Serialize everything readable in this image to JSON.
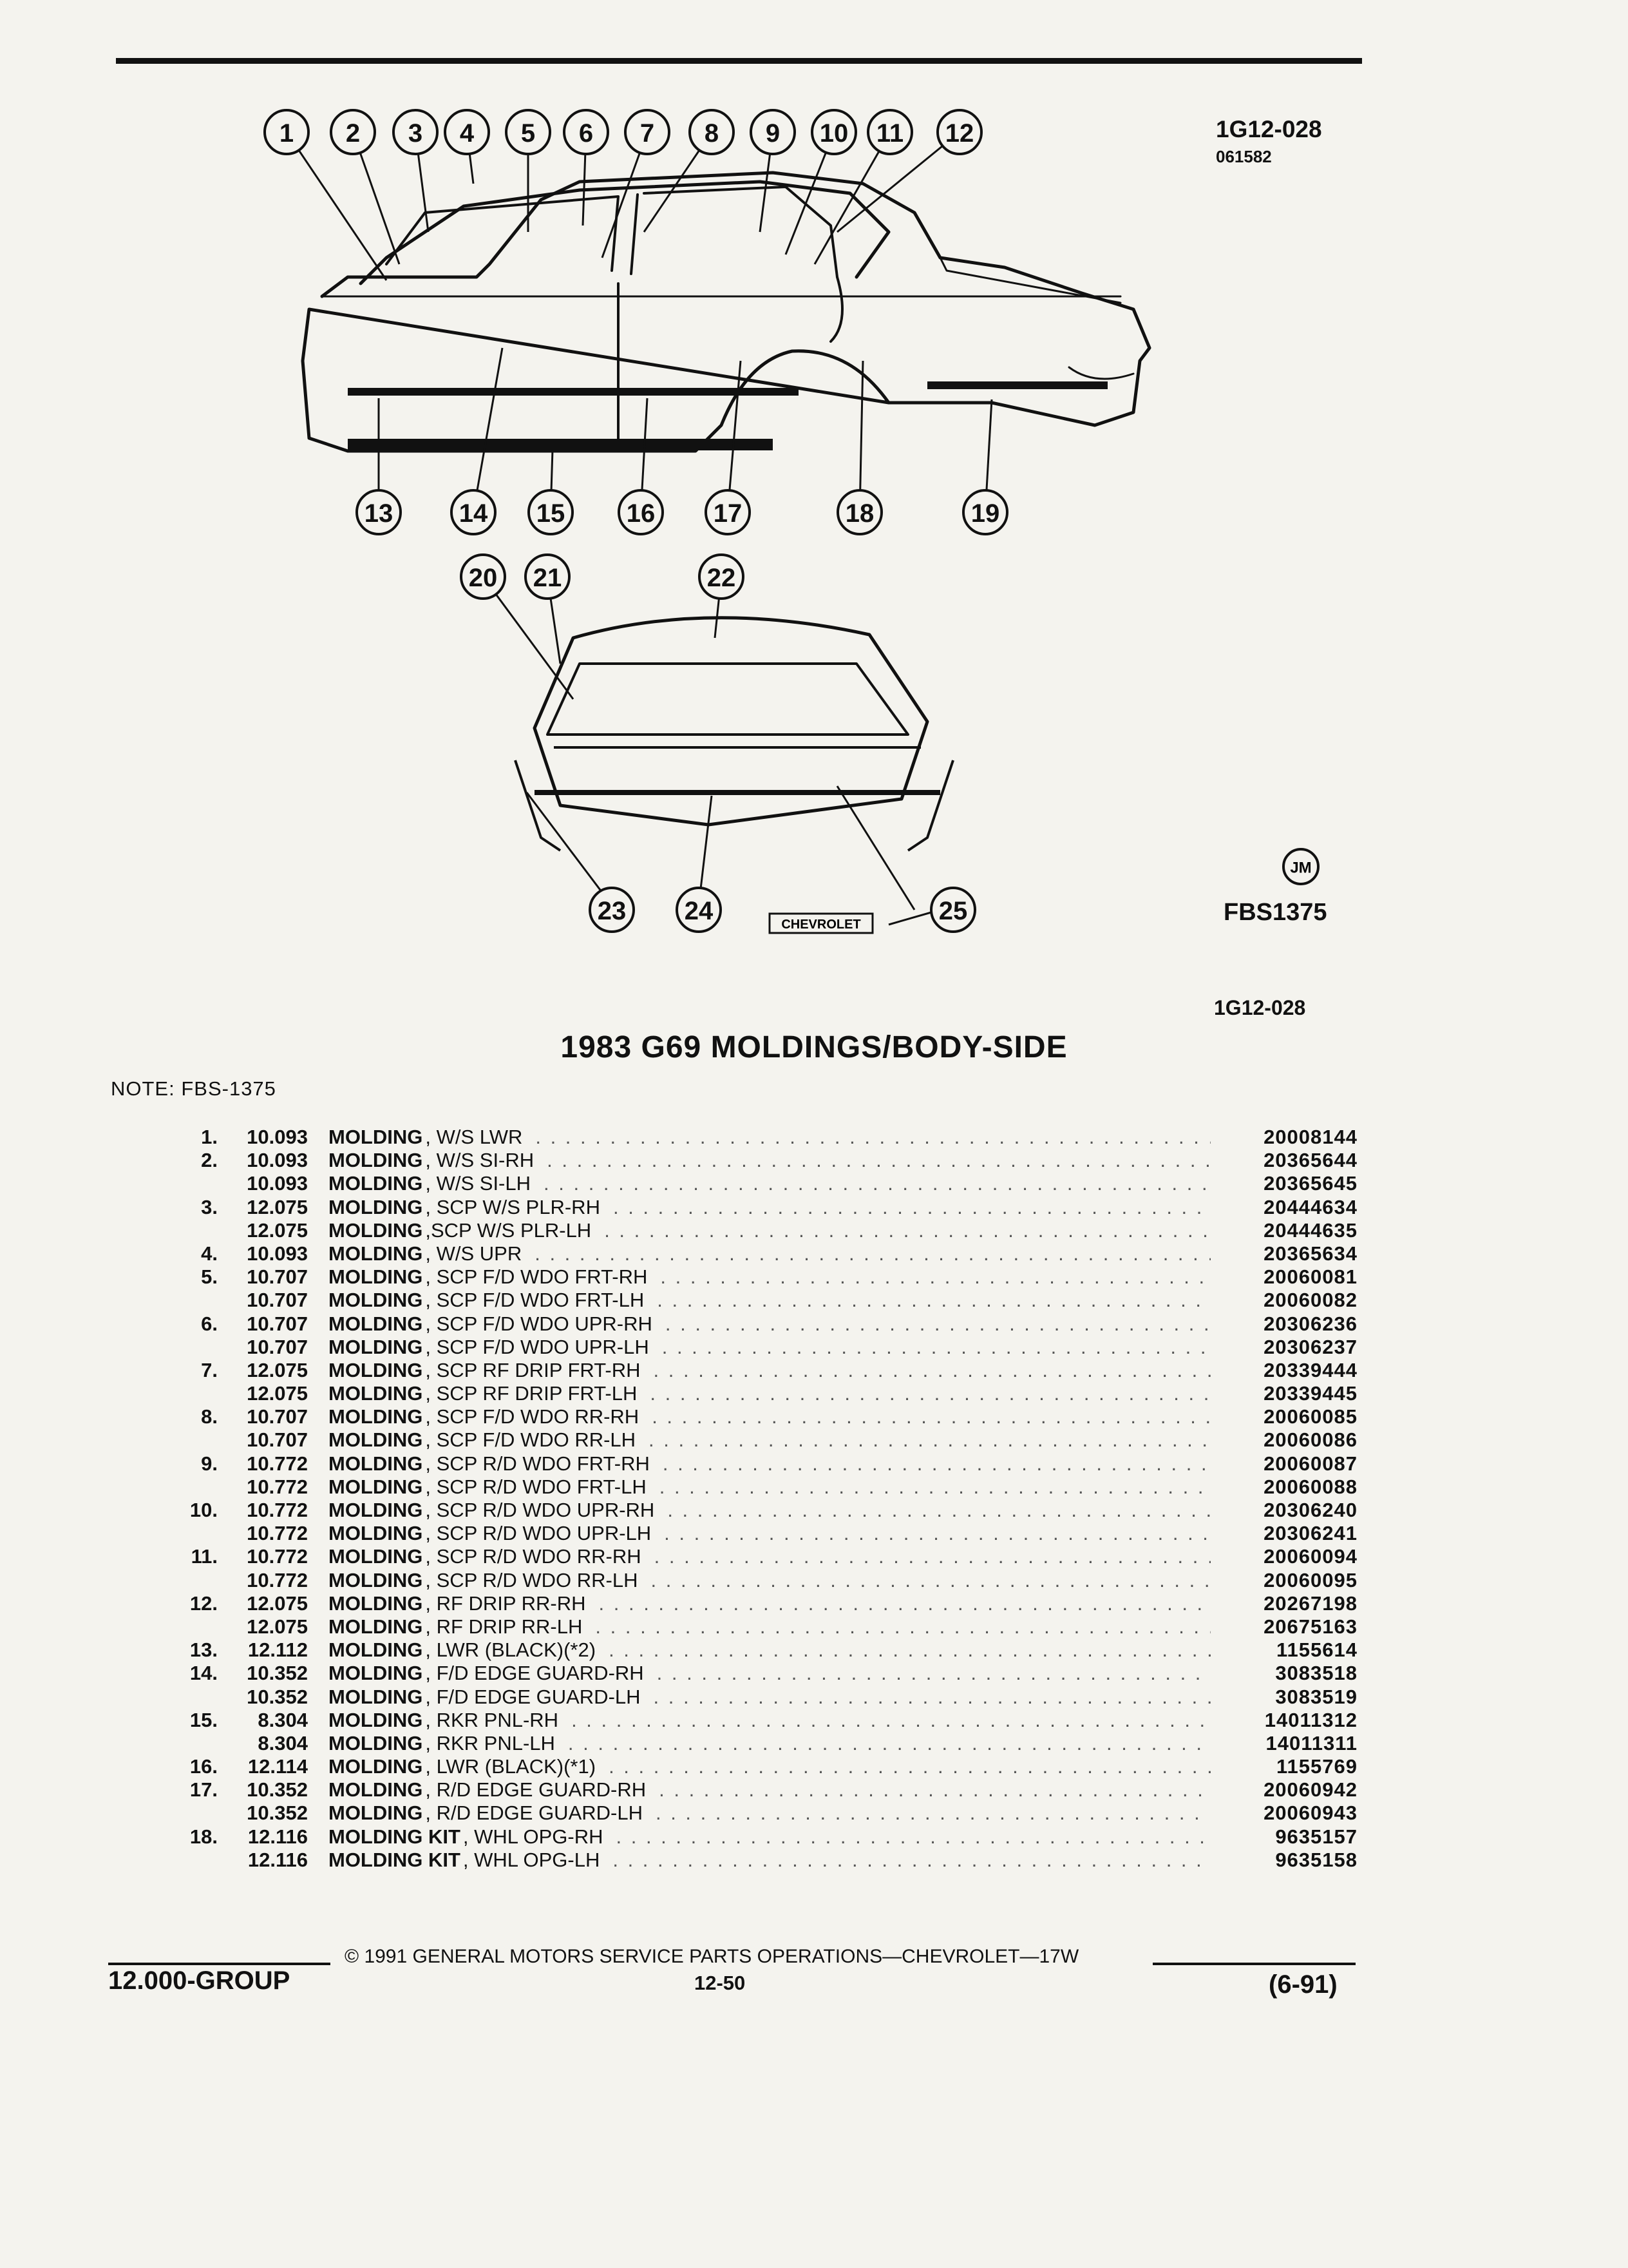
{
  "header": {
    "ref_code": "1G12-028",
    "ref_date": "061582"
  },
  "illustration": {
    "callouts": [
      "1",
      "2",
      "3",
      "4",
      "5",
      "6",
      "7",
      "8",
      "9",
      "10",
      "11",
      "12",
      "13",
      "14",
      "15",
      "16",
      "17",
      "18",
      "19",
      "20",
      "21",
      "22",
      "23",
      "24",
      "25"
    ],
    "badge": "JM",
    "fbs_code": "FBS1375",
    "emblem_text": "CHEVROLET"
  },
  "ref_code_mid": "1G12-028",
  "title": "1983 G69 MOLDINGS/BODY-SIDE",
  "note": "NOTE:  FBS-1375",
  "parts": [
    {
      "num": "1.",
      "code": "10.093",
      "name": "MOLDING",
      "desc": ", W/S LWR",
      "part": "20008144"
    },
    {
      "num": "2.",
      "code": "10.093",
      "name": "MOLDING",
      "desc": ", W/S SI-RH",
      "part": "20365644"
    },
    {
      "num": "",
      "code": "10.093",
      "name": "MOLDING",
      "desc": ", W/S SI-LH",
      "part": "20365645"
    },
    {
      "num": "3.",
      "code": "12.075",
      "name": "MOLDING",
      "desc": ", SCP W/S PLR-RH",
      "part": "20444634"
    },
    {
      "num": "",
      "code": "12.075",
      "name": "MOLDING",
      "desc": ",SCP W/S PLR-LH",
      "part": "20444635"
    },
    {
      "num": "4.",
      "code": "10.093",
      "name": "MOLDING",
      "desc": ", W/S UPR",
      "part": "20365634"
    },
    {
      "num": "5.",
      "code": "10.707",
      "name": "MOLDING",
      "desc": ", SCP F/D WDO FRT-RH",
      "part": "20060081"
    },
    {
      "num": "",
      "code": "10.707",
      "name": "MOLDING",
      "desc": ", SCP F/D WDO FRT-LH",
      "part": "20060082"
    },
    {
      "num": "6.",
      "code": "10.707",
      "name": "MOLDING",
      "desc": ", SCP F/D WDO UPR-RH",
      "part": "20306236"
    },
    {
      "num": "",
      "code": "10.707",
      "name": "MOLDING",
      "desc": ", SCP F/D WDO UPR-LH",
      "part": "20306237"
    },
    {
      "num": "7.",
      "code": "12.075",
      "name": "MOLDING",
      "desc": ", SCP RF DRIP FRT-RH",
      "part": "20339444"
    },
    {
      "num": "",
      "code": "12.075",
      "name": "MOLDING",
      "desc": ", SCP RF DRIP FRT-LH",
      "part": "20339445"
    },
    {
      "num": "8.",
      "code": "10.707",
      "name": "MOLDING",
      "desc": ", SCP F/D WDO RR-RH",
      "part": "20060085"
    },
    {
      "num": "",
      "code": "10.707",
      "name": "MOLDING",
      "desc": ", SCP F/D WDO RR-LH",
      "part": "20060086"
    },
    {
      "num": "9.",
      "code": "10.772",
      "name": "MOLDING",
      "desc": ", SCP R/D WDO FRT-RH",
      "part": "20060087"
    },
    {
      "num": "",
      "code": "10.772",
      "name": "MOLDING",
      "desc": ", SCP R/D WDO FRT-LH",
      "part": "20060088"
    },
    {
      "num": "10.",
      "code": "10.772",
      "name": "MOLDING",
      "desc": ", SCP R/D WDO UPR-RH",
      "part": "20306240"
    },
    {
      "num": "",
      "code": "10.772",
      "name": "MOLDING",
      "desc": ", SCP R/D WDO UPR-LH",
      "part": "20306241"
    },
    {
      "num": "11.",
      "code": "10.772",
      "name": "MOLDING",
      "desc": ", SCP R/D WDO RR-RH",
      "part": "20060094"
    },
    {
      "num": "",
      "code": "10.772",
      "name": "MOLDING",
      "desc": ", SCP R/D WDO RR-LH",
      "part": "20060095"
    },
    {
      "num": "12.",
      "code": "12.075",
      "name": "MOLDING",
      "desc": ", RF DRIP RR-RH",
      "part": "20267198"
    },
    {
      "num": "",
      "code": "12.075",
      "name": "MOLDING",
      "desc": ", RF DRIP RR-LH",
      "part": "20675163"
    },
    {
      "num": "13.",
      "code": "12.112",
      "name": "MOLDING",
      "desc": ", LWR (BLACK)(*2)",
      "part": "1155614"
    },
    {
      "num": "14.",
      "code": "10.352",
      "name": "MOLDING",
      "desc": ", F/D EDGE GUARD-RH",
      "part": "3083518"
    },
    {
      "num": "",
      "code": "10.352",
      "name": "MOLDING",
      "desc": ", F/D EDGE GUARD-LH",
      "part": "3083519"
    },
    {
      "num": "15.",
      "code": "8.304",
      "name": "MOLDING",
      "desc": ", RKR PNL-RH",
      "part": "14011312"
    },
    {
      "num": "",
      "code": "8.304",
      "name": "MOLDING",
      "desc": ", RKR PNL-LH",
      "part": "14011311"
    },
    {
      "num": "16.",
      "code": "12.114",
      "name": "MOLDING",
      "desc": ", LWR (BLACK)(*1)",
      "part": "1155769"
    },
    {
      "num": "17.",
      "code": "10.352",
      "name": "MOLDING",
      "desc": ", R/D EDGE GUARD-RH",
      "part": "20060942"
    },
    {
      "num": "",
      "code": "10.352",
      "name": "MOLDING",
      "desc": ", R/D EDGE GUARD-LH",
      "part": "20060943"
    },
    {
      "num": "18.",
      "code": "12.116",
      "name": "MOLDING KIT",
      "desc": ", WHL OPG-RH",
      "part": "9635157"
    },
    {
      "num": "",
      "code": "12.116",
      "name": "MOLDING KIT",
      "desc": ", WHL OPG-LH",
      "part": "9635158"
    }
  ],
  "footer": {
    "copyright": "© 1991 GENERAL MOTORS SERVICE PARTS OPERATIONS—CHEVROLET—17W",
    "group": "12.000-GROUP",
    "page": "12-50",
    "date": "(6-91)"
  }
}
